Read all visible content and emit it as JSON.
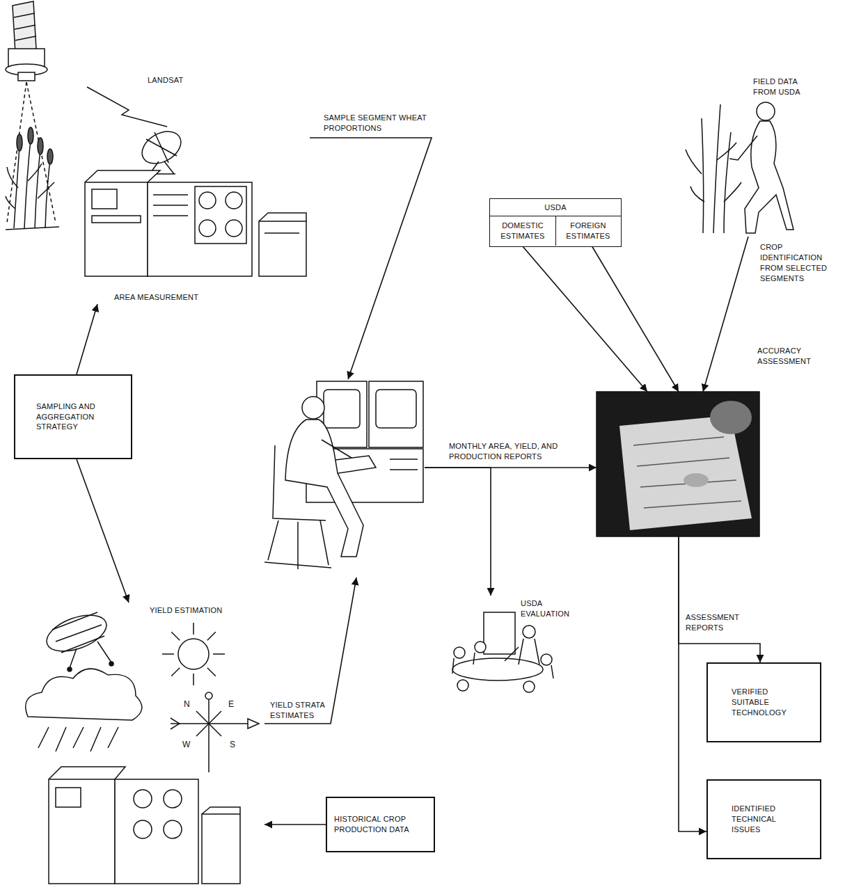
{
  "diagram": {
    "nodes": [
      {
        "text": [
          "SAMPLING AND AGGREGATION STRATEGY"
        ]
      },
      {
        "text": [
          "AREA MEASUREMENT"
        ]
      },
      {
        "text": [
          "YIELD ESTIMATION"
        ]
      },
      {
        "text": [
          "HISTORICAL CROP PRODUCTION DATA"
        ]
      },
      {
        "text": []
      },
      {
        "text": [
          "USDA"
        ]
      },
      {
        "text": [
          "DOMESTIC ESTIMATES"
        ],
        "in": 5
      },
      {
        "text": [
          "FOREIGN ESTIMATES"
        ],
        "in": 5
      },
      {
        "text": [
          "FIELD DATA FROM USDA"
        ]
      },
      {
        "text": [
          "ACCURACY ASSESSMENT"
        ]
      },
      {
        "text": [
          "USDA EVALUATION"
        ]
      },
      {
        "text": [
          "VERIFIED SUITABLE TECHNOLOGY"
        ]
      },
      {
        "text": [
          "IDENTIFIED TECHNICAL ISSUES"
        ]
      }
    ],
    "edges": [
      {
        "from": 0,
        "to": 1,
        "arrow": "to"
      },
      {
        "from": 0,
        "to": 2,
        "arrow": "to"
      },
      {
        "from": 3,
        "to": 2,
        "arrow": "to"
      },
      {
        "from": 1,
        "to": 4,
        "label": "SAMPLE SEGMENT WHEAT PROPORTIONS",
        "arrow": "to"
      },
      {
        "from": 2,
        "to": 4,
        "label": "YIELD STRATA ESTIMATES",
        "arrow": "to"
      },
      {
        "from": 4,
        "to": 9,
        "label": "MONTHLY AREA, YIELD, AND PRODUCTION REPORTS",
        "arrow": "to"
      },
      {
        "from": 4,
        "to": 10,
        "arrow": "to"
      },
      {
        "from": 6,
        "to": 9,
        "arrow": "to"
      },
      {
        "from": 7,
        "to": 9,
        "arrow": "to"
      },
      {
        "from": 8,
        "to": 9,
        "label": "CROP IDENTIFICATION FROM SELECTED SEGMENTS",
        "arrow": "to"
      },
      {
        "from": 9,
        "to": 11,
        "label": "ASSESSMENT REPORTS",
        "arrow": "to"
      },
      {
        "from": 9,
        "to": 12,
        "arrow": "to"
      }
    ],
    "labels": [
      "LANDSAT",
      "N",
      "E",
      "W",
      "S"
    ]
  }
}
